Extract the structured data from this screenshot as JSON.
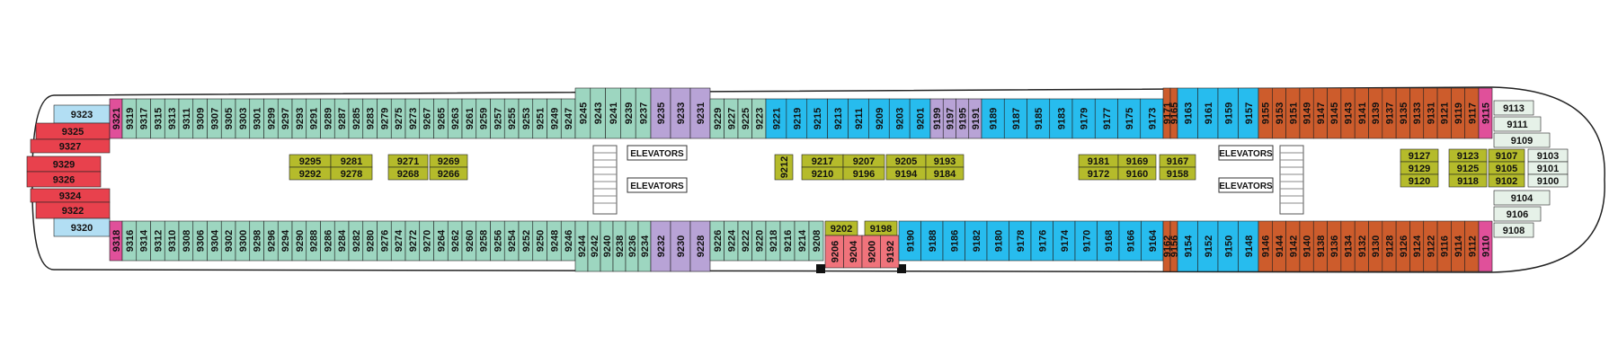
{
  "colors": {
    "red": "#e8414d",
    "teal": "#9dd6c0",
    "lavender": "#b8a3d6",
    "blue": "#27bcee",
    "orange": "#cd5c2c",
    "olive": "#b5bb2b",
    "pink": "#e0509a",
    "lightblue": "#b2def3",
    "salmon": "#f0737b",
    "mint": "#e6f1e8",
    "outline": "#222222"
  },
  "elevators": {
    "fwd_top": "ELEVATORS",
    "fwd_bottom": "ELEVATORS",
    "aft_top": "ELEVATORS",
    "aft_bottom": "ELEVATORS"
  },
  "cabins": [
    {
      "id": "9323",
      "color": "lightblue"
    },
    {
      "id": "9325",
      "color": "red"
    },
    {
      "id": "9327",
      "color": "red"
    },
    {
      "id": "9329",
      "color": "red"
    },
    {
      "id": "9326",
      "color": "red"
    },
    {
      "id": "9324",
      "color": "red"
    },
    {
      "id": "9322",
      "color": "red"
    },
    {
      "id": "9320",
      "color": "lightblue"
    },
    {
      "id": "9321",
      "color": "pink"
    },
    {
      "id": "9318",
      "color": "pink"
    },
    {
      "id": "9319",
      "color": "teal"
    },
    {
      "id": "9317",
      "color": "teal"
    },
    {
      "id": "9315",
      "color": "teal"
    },
    {
      "id": "9313",
      "color": "teal"
    },
    {
      "id": "9311",
      "color": "teal"
    },
    {
      "id": "9309",
      "color": "teal"
    },
    {
      "id": "9307",
      "color": "teal"
    },
    {
      "id": "9305",
      "color": "teal"
    },
    {
      "id": "9303",
      "color": "teal"
    },
    {
      "id": "9301",
      "color": "teal"
    },
    {
      "id": "9299",
      "color": "teal"
    },
    {
      "id": "9297",
      "color": "teal"
    },
    {
      "id": "9293",
      "color": "teal"
    },
    {
      "id": "9291",
      "color": "teal"
    },
    {
      "id": "9289",
      "color": "teal"
    },
    {
      "id": "9287",
      "color": "teal"
    },
    {
      "id": "9285",
      "color": "teal"
    },
    {
      "id": "9283",
      "color": "teal"
    },
    {
      "id": "9279",
      "color": "teal"
    },
    {
      "id": "9275",
      "color": "teal"
    },
    {
      "id": "9273",
      "color": "teal"
    },
    {
      "id": "9267",
      "color": "teal"
    },
    {
      "id": "9265",
      "color": "teal"
    },
    {
      "id": "9263",
      "color": "teal"
    },
    {
      "id": "9261",
      "color": "teal"
    },
    {
      "id": "9259",
      "color": "teal"
    },
    {
      "id": "9257",
      "color": "teal"
    },
    {
      "id": "9255",
      "color": "teal"
    },
    {
      "id": "9253",
      "color": "teal"
    },
    {
      "id": "9251",
      "color": "teal"
    },
    {
      "id": "9249",
      "color": "teal"
    },
    {
      "id": "9247",
      "color": "teal"
    },
    {
      "id": "9245",
      "color": "teal"
    },
    {
      "id": "9243",
      "color": "teal"
    },
    {
      "id": "9241",
      "color": "teal"
    },
    {
      "id": "9239",
      "color": "teal"
    },
    {
      "id": "9237",
      "color": "teal"
    },
    {
      "id": "9235",
      "color": "lavender"
    },
    {
      "id": "9233",
      "color": "lavender"
    },
    {
      "id": "9231",
      "color": "lavender"
    },
    {
      "id": "9229",
      "color": "teal"
    },
    {
      "id": "9227",
      "color": "teal"
    },
    {
      "id": "9225",
      "color": "teal"
    },
    {
      "id": "9223",
      "color": "teal"
    },
    {
      "id": "9316",
      "color": "teal"
    },
    {
      "id": "9314",
      "color": "teal"
    },
    {
      "id": "9312",
      "color": "teal"
    },
    {
      "id": "9310",
      "color": "teal"
    },
    {
      "id": "9308",
      "color": "teal"
    },
    {
      "id": "9306",
      "color": "teal"
    },
    {
      "id": "9304",
      "color": "teal"
    },
    {
      "id": "9302",
      "color": "teal"
    },
    {
      "id": "9300",
      "color": "teal"
    },
    {
      "id": "9298",
      "color": "teal"
    },
    {
      "id": "9296",
      "color": "teal"
    },
    {
      "id": "9294",
      "color": "teal"
    },
    {
      "id": "9290",
      "color": "teal"
    },
    {
      "id": "9288",
      "color": "teal"
    },
    {
      "id": "9286",
      "color": "teal"
    },
    {
      "id": "9284",
      "color": "teal"
    },
    {
      "id": "9282",
      "color": "teal"
    },
    {
      "id": "9280",
      "color": "teal"
    },
    {
      "id": "9276",
      "color": "teal"
    },
    {
      "id": "9274",
      "color": "teal"
    },
    {
      "id": "9272",
      "color": "teal"
    },
    {
      "id": "9270",
      "color": "teal"
    },
    {
      "id": "9264",
      "color": "teal"
    },
    {
      "id": "9262",
      "color": "teal"
    },
    {
      "id": "9260",
      "color": "teal"
    },
    {
      "id": "9258",
      "color": "teal"
    },
    {
      "id": "9256",
      "color": "teal"
    },
    {
      "id": "9254",
      "color": "teal"
    },
    {
      "id": "9252",
      "color": "teal"
    },
    {
      "id": "9250",
      "color": "teal"
    },
    {
      "id": "9248",
      "color": "teal"
    },
    {
      "id": "9246",
      "color": "teal"
    },
    {
      "id": "9244",
      "color": "teal"
    },
    {
      "id": "9242",
      "color": "teal"
    },
    {
      "id": "9240",
      "color": "teal"
    },
    {
      "id": "9238",
      "color": "teal"
    },
    {
      "id": "9236",
      "color": "teal"
    },
    {
      "id": "9234",
      "color": "teal"
    },
    {
      "id": "9232",
      "color": "lavender"
    },
    {
      "id": "9230",
      "color": "lavender"
    },
    {
      "id": "9228",
      "color": "lavender"
    },
    {
      "id": "9226",
      "color": "teal"
    },
    {
      "id": "9224",
      "color": "teal"
    },
    {
      "id": "9222",
      "color": "teal"
    },
    {
      "id": "9220",
      "color": "teal"
    },
    {
      "id": "9295",
      "color": "olive"
    },
    {
      "id": "9292",
      "color": "olive"
    },
    {
      "id": "9281",
      "color": "olive"
    },
    {
      "id": "9278",
      "color": "olive"
    },
    {
      "id": "9271",
      "color": "olive"
    },
    {
      "id": "9268",
      "color": "olive"
    },
    {
      "id": "9269",
      "color": "olive"
    },
    {
      "id": "9266",
      "color": "olive"
    },
    {
      "id": "9212",
      "color": "olive"
    },
    {
      "id": "9217",
      "color": "olive"
    },
    {
      "id": "9210",
      "color": "olive"
    },
    {
      "id": "9207",
      "color": "olive"
    },
    {
      "id": "9196",
      "color": "olive"
    },
    {
      "id": "9205",
      "color": "olive"
    },
    {
      "id": "9194",
      "color": "olive"
    },
    {
      "id": "9193",
      "color": "olive"
    },
    {
      "id": "9184",
      "color": "olive"
    },
    {
      "id": "9221",
      "color": "blue"
    },
    {
      "id": "9219",
      "color": "blue"
    },
    {
      "id": "9215",
      "color": "blue"
    },
    {
      "id": "9213",
      "color": "blue"
    },
    {
      "id": "9211",
      "color": "blue"
    },
    {
      "id": "9209",
      "color": "blue"
    },
    {
      "id": "9203",
      "color": "blue"
    },
    {
      "id": "9201",
      "color": "blue"
    },
    {
      "id": "9199",
      "color": "lavender"
    },
    {
      "id": "9197",
      "color": "lavender"
    },
    {
      "id": "9195",
      "color": "lavender"
    },
    {
      "id": "9191",
      "color": "lavender"
    },
    {
      "id": "9189",
      "color": "blue"
    },
    {
      "id": "9187",
      "color": "blue"
    },
    {
      "id": "9185",
      "color": "blue"
    },
    {
      "id": "9183",
      "color": "blue"
    },
    {
      "id": "9179",
      "color": "blue"
    },
    {
      "id": "9177",
      "color": "blue"
    },
    {
      "id": "9175",
      "color": "blue"
    },
    {
      "id": "9173",
      "color": "blue"
    },
    {
      "id": "9218",
      "color": "teal"
    },
    {
      "id": "9216",
      "color": "teal"
    },
    {
      "id": "9214",
      "color": "teal"
    },
    {
      "id": "9208",
      "color": "teal"
    },
    {
      "id": "9202",
      "color": "olive"
    },
    {
      "id": "9198",
      "color": "olive"
    },
    {
      "id": "9206",
      "color": "salmon"
    },
    {
      "id": "9204",
      "color": "salmon"
    },
    {
      "id": "9200",
      "color": "salmon"
    },
    {
      "id": "9192",
      "color": "salmon"
    },
    {
      "id": "9190",
      "color": "blue"
    },
    {
      "id": "9188",
      "color": "blue"
    },
    {
      "id": "9186",
      "color": "blue"
    },
    {
      "id": "9182",
      "color": "blue"
    },
    {
      "id": "9180",
      "color": "blue"
    },
    {
      "id": "9178",
      "color": "blue"
    },
    {
      "id": "9176",
      "color": "blue"
    },
    {
      "id": "9174",
      "color": "blue"
    },
    {
      "id": "9170",
      "color": "blue"
    },
    {
      "id": "9168",
      "color": "blue"
    },
    {
      "id": "9166",
      "color": "blue"
    },
    {
      "id": "9164",
      "color": "blue"
    },
    {
      "id": "9181",
      "color": "olive"
    },
    {
      "id": "9172",
      "color": "olive"
    },
    {
      "id": "9169",
      "color": "olive"
    },
    {
      "id": "9160",
      "color": "olive"
    },
    {
      "id": "9167",
      "color": "olive"
    },
    {
      "id": "9158",
      "color": "olive"
    },
    {
      "id": "9171",
      "color": "orange"
    },
    {
      "id": "9165",
      "color": "orange"
    },
    {
      "id": "9162",
      "color": "orange"
    },
    {
      "id": "9156",
      "color": "orange"
    },
    {
      "id": "9163",
      "color": "blue"
    },
    {
      "id": "9161",
      "color": "blue"
    },
    {
      "id": "9159",
      "color": "blue"
    },
    {
      "id": "9157",
      "color": "blue"
    },
    {
      "id": "9154",
      "color": "blue"
    },
    {
      "id": "9152",
      "color": "blue"
    },
    {
      "id": "9150",
      "color": "blue"
    },
    {
      "id": "9148",
      "color": "blue"
    },
    {
      "id": "9155",
      "color": "orange"
    },
    {
      "id": "9153",
      "color": "orange"
    },
    {
      "id": "9151",
      "color": "orange"
    },
    {
      "id": "9149",
      "color": "orange"
    },
    {
      "id": "9147",
      "color": "orange"
    },
    {
      "id": "9145",
      "color": "orange"
    },
    {
      "id": "9143",
      "color": "orange"
    },
    {
      "id": "9141",
      "color": "orange"
    },
    {
      "id": "9139",
      "color": "orange"
    },
    {
      "id": "9137",
      "color": "orange"
    },
    {
      "id": "9135",
      "color": "orange"
    },
    {
      "id": "9133",
      "color": "orange"
    },
    {
      "id": "9131",
      "color": "orange"
    },
    {
      "id": "9121",
      "color": "orange"
    },
    {
      "id": "9119",
      "color": "orange"
    },
    {
      "id": "9117",
      "color": "orange"
    },
    {
      "id": "9146",
      "color": "orange"
    },
    {
      "id": "9144",
      "color": "orange"
    },
    {
      "id": "9142",
      "color": "orange"
    },
    {
      "id": "9140",
      "color": "orange"
    },
    {
      "id": "9138",
      "color": "orange"
    },
    {
      "id": "9136",
      "color": "orange"
    },
    {
      "id": "9134",
      "color": "orange"
    },
    {
      "id": "9132",
      "color": "orange"
    },
    {
      "id": "9130",
      "color": "orange"
    },
    {
      "id": "9128",
      "color": "orange"
    },
    {
      "id": "9126",
      "color": "orange"
    },
    {
      "id": "9124",
      "color": "orange"
    },
    {
      "id": "9122",
      "color": "orange"
    },
    {
      "id": "9116",
      "color": "orange"
    },
    {
      "id": "9114",
      "color": "orange"
    },
    {
      "id": "9112",
      "color": "orange"
    },
    {
      "id": "9115",
      "color": "pink"
    },
    {
      "id": "9110",
      "color": "pink"
    },
    {
      "id": "9127",
      "color": "olive"
    },
    {
      "id": "9129",
      "color": "olive"
    },
    {
      "id": "9120",
      "color": "olive"
    },
    {
      "id": "9123",
      "color": "olive"
    },
    {
      "id": "9125",
      "color": "olive"
    },
    {
      "id": "9118",
      "color": "olive"
    },
    {
      "id": "9107",
      "color": "olive"
    },
    {
      "id": "9105",
      "color": "olive"
    },
    {
      "id": "9102",
      "color": "olive"
    },
    {
      "id": "9113",
      "color": "mint"
    },
    {
      "id": "9111",
      "color": "mint"
    },
    {
      "id": "9109",
      "color": "mint"
    },
    {
      "id": "9103",
      "color": "mint"
    },
    {
      "id": "9101",
      "color": "mint"
    },
    {
      "id": "9100",
      "color": "mint"
    },
    {
      "id": "9104",
      "color": "mint"
    },
    {
      "id": "9106",
      "color": "mint"
    },
    {
      "id": "9108",
      "color": "mint"
    }
  ]
}
